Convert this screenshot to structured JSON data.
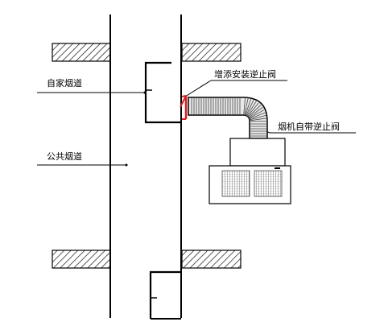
{
  "labels": {
    "private_flue": "自家烟道",
    "public_flue": "公共烟道",
    "added_check_valve": "增添安装逆止阀",
    "hood_builtin_valve": "烟机自带逆止阀"
  }
}
